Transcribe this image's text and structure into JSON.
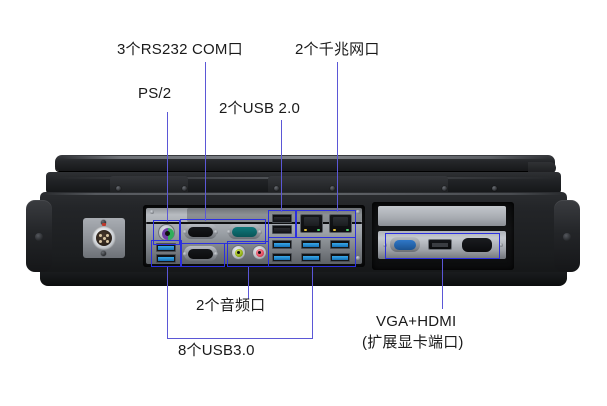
{
  "image": {
    "subject": "rugged-laptop-rear-io-panel",
    "background_color": "#ffffff",
    "callout_color": "#2b2fe0",
    "leader_color": "#5b57d6",
    "text_color": "#1a1a1a"
  },
  "annotations": [
    {
      "id": "rs232",
      "label": "3个RS232 COM口",
      "port_type": "serial-db9",
      "count": 3
    },
    {
      "id": "lan",
      "label": "2个千兆网口",
      "port_type": "rj45-gigabit-ethernet",
      "count": 2
    },
    {
      "id": "ps2",
      "label": "PS/2",
      "port_type": "ps2-keyboard-mouse",
      "count": 1
    },
    {
      "id": "usb20",
      "label": "2个USB 2.0",
      "port_type": "usb-2-0",
      "count": 2
    },
    {
      "id": "audio",
      "label": "2个音频口",
      "port_type": "audio-jack",
      "count": 2
    },
    {
      "id": "usb30",
      "label": "8个USB3.0",
      "port_type": "usb-3-0",
      "count": 8
    },
    {
      "id": "vga_hdmi",
      "label_line1": "VGA+HDMI",
      "label_line2": "(扩展显卡端口)",
      "port_type": "video-output",
      "count": 2
    }
  ],
  "ports": {
    "power_connector": "circular-multipin-power-connector",
    "ps2_colors": {
      "keyboard": "#6f3fa8",
      "mouse": "#2fae5a"
    },
    "usb3_color": "#2a8fd4",
    "audio_colors": {
      "line_out": "#8fae18",
      "mic_in": "#e04a5e"
    },
    "vga_color": "#2f78c8",
    "serial_accent": "#107a7d"
  }
}
